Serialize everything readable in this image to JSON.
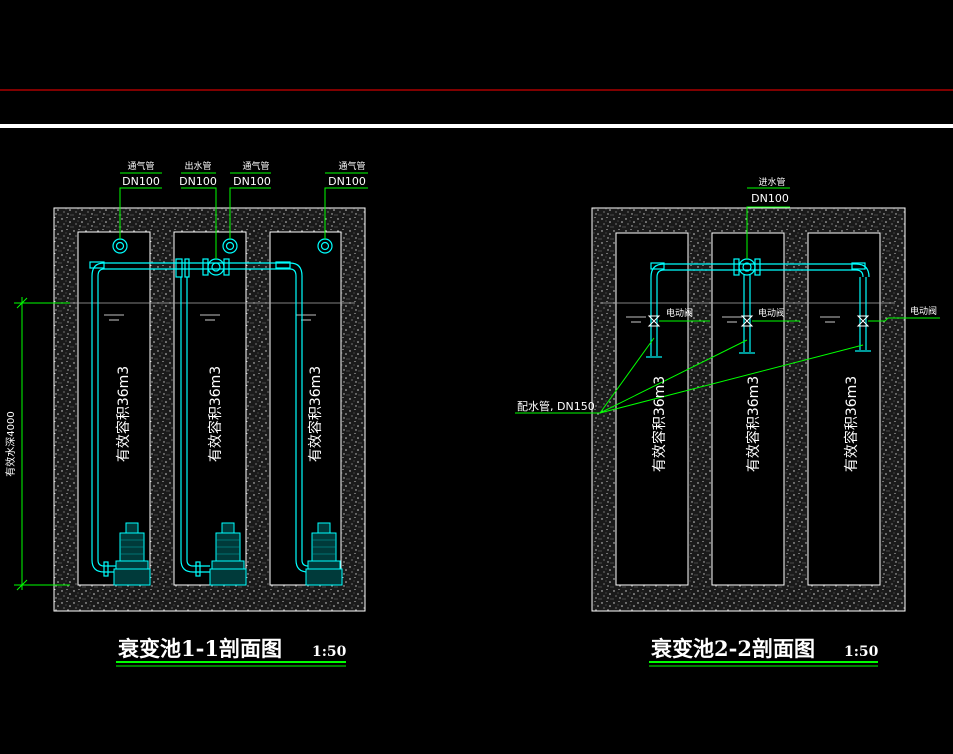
{
  "colors": {
    "background": "#000000",
    "pipe": "#00ffff",
    "leader": "#00ff00",
    "wall": "#ffffff",
    "red_line": "#ff0000",
    "title_underline": "#00ff00"
  },
  "section_1": {
    "title": "衰变池1-1剖面图",
    "scale": "1:50",
    "dimension": "有效水深4000",
    "volume_labels": [
      "有效容积36m3",
      "有效容积36m3",
      "有效容积36m3"
    ],
    "callouts": [
      {
        "name": "通气管",
        "size": "DN100"
      },
      {
        "name": "出水管",
        "size": "DN100"
      },
      {
        "name": "通气管",
        "size": "DN100"
      },
      {
        "name": "通气管",
        "size": "DN100"
      }
    ]
  },
  "section_2": {
    "title": "衰变池2-2剖面图",
    "scale": "1:50",
    "volume_labels": [
      "有效容积36m3",
      "有效容积36m3",
      "有效容积36m3"
    ],
    "top_callout": {
      "name": "进水管",
      "size": "DN100"
    },
    "valve_labels": [
      "电动阀",
      "电动阀",
      "电动阀"
    ],
    "side_callout": "配水管, DN150"
  }
}
